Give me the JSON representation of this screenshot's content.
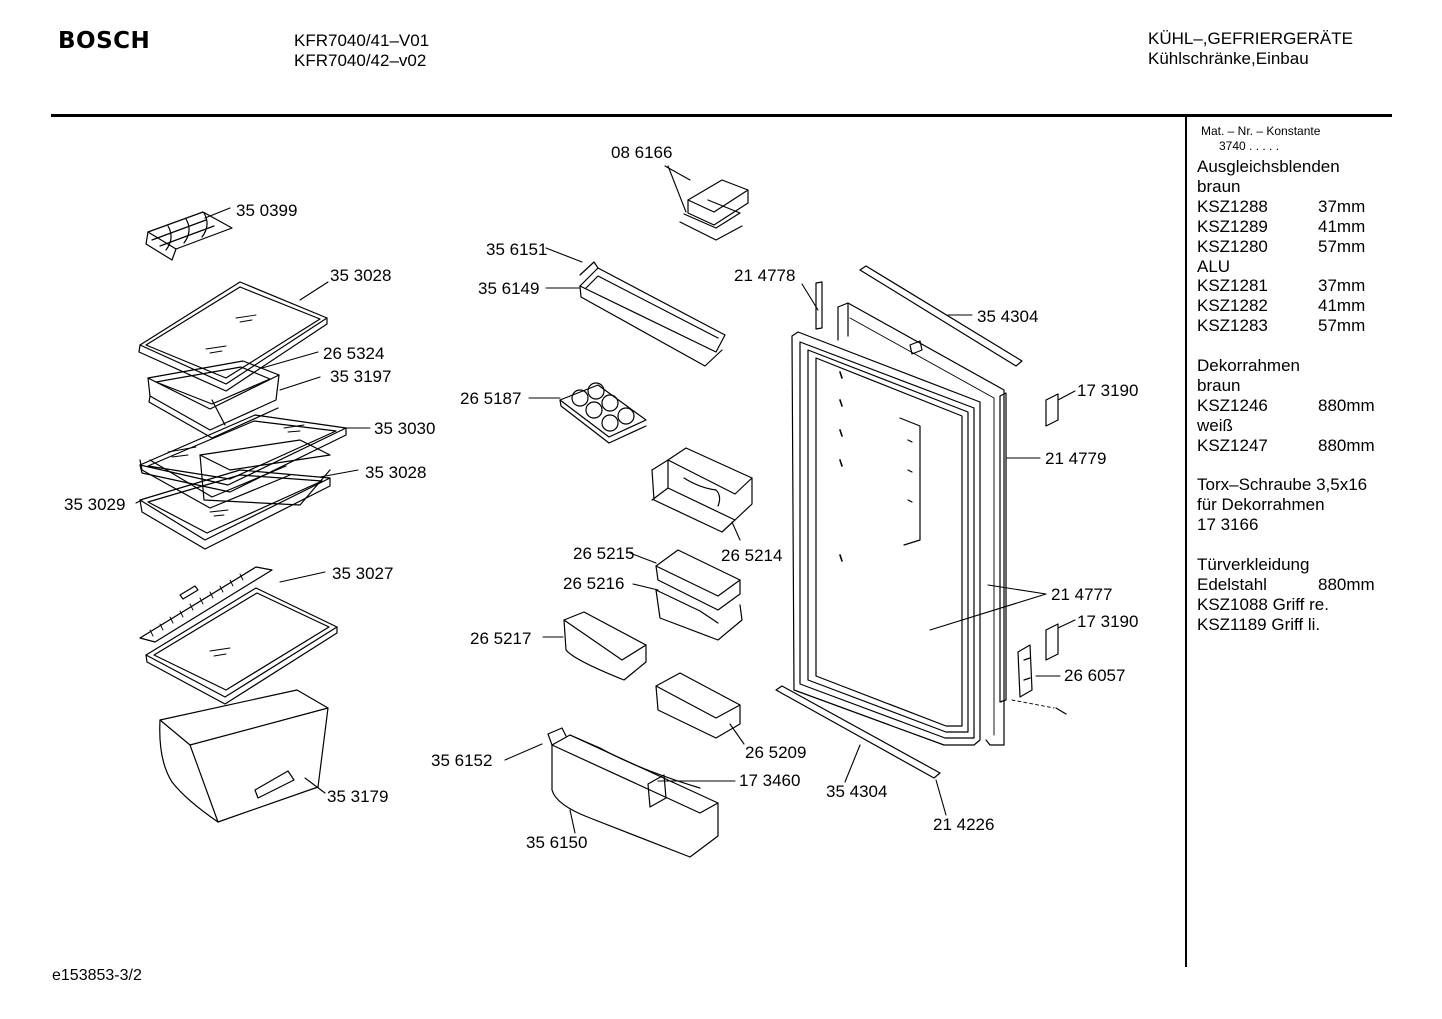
{
  "header": {
    "brand": "BOSCH",
    "model_lines": [
      "KFR7040/41–V01",
      "KFR7040/42–v02"
    ],
    "category_lines": [
      "KÜHL–,GEFRIERGERÄTE",
      "Kühlschränke,Einbau"
    ]
  },
  "footer": {
    "doc_id": "e153853-3/2"
  },
  "parts": {
    "p350399": "35 0399",
    "p353028a": "35 3028",
    "p265324": "26 5324",
    "p353197": "35 3197",
    "p353030": "35 3030",
    "p353028b": "35 3028",
    "p353029": "35 3029",
    "p353027": "35 3027",
    "p353179": "35 3179",
    "p086166": "08 6166",
    "p356151": "35 6151",
    "p356149": "35 6149",
    "p265187": "26 5187",
    "p265214": "26 5214",
    "p265215": "26 5215",
    "p265216": "26 5216",
    "p265217": "26 5217",
    "p265209": "26 5209",
    "p356152": "35 6152",
    "p173460": "17 3460",
    "p356150": "35 6150",
    "p214778": "21 4778",
    "p354304a": "35 4304",
    "p173190a": "17 3190",
    "p214779": "21 4779",
    "p214777": "21 4777",
    "p173190b": "17 3190",
    "p266057": "26 6057",
    "p354304b": "35 4304",
    "p214226": "21 4226"
  },
  "sidebar": {
    "konstante_label": "Mat. – Nr. – Konstante",
    "konstante_value": "3740  .  .  .  .  .",
    "ausgleich_title": "Ausgleichsblenden",
    "braun1": "braun",
    "rows_braun": [
      {
        "code": "KSZ1288",
        "size": "37mm"
      },
      {
        "code": "KSZ1289",
        "size": "41mm"
      },
      {
        "code": "KSZ1280",
        "size": "57mm"
      }
    ],
    "alu": "ALU",
    "rows_alu": [
      {
        "code": "KSZ1281",
        "size": "37mm"
      },
      {
        "code": "KSZ1282",
        "size": "41mm"
      },
      {
        "code": "KSZ1283",
        "size": "57mm"
      }
    ],
    "dekor_title": "Dekorrahmen",
    "braun2": "braun",
    "dekor_braun": {
      "code": "KSZ1246",
      "size": "880mm"
    },
    "weiss": "weiß",
    "dekor_weiss": {
      "code": "KSZ1247",
      "size": "880mm"
    },
    "torx_lines": [
      "Torx–Schraube 3,5x16",
      "für Dekorrahmen",
      "17 3166"
    ],
    "tuer_title": "Türverkleidung",
    "edelstahl": {
      "code": "Edelstahl",
      "size": "880mm"
    },
    "griff_lines": [
      "KSZ1088 Griff re.",
      "KSZ1189 Griff li."
    ]
  }
}
